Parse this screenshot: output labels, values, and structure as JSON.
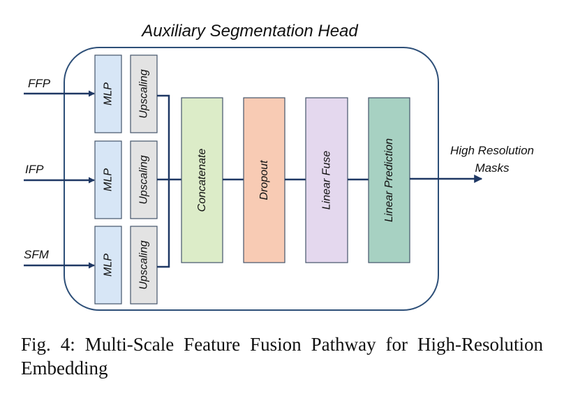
{
  "head_title": "Auxiliary Segmentation Head",
  "inputs": [
    {
      "label": "FFP"
    },
    {
      "label": "IFP"
    },
    {
      "label": "SFM"
    }
  ],
  "branch_blocks": {
    "mlp_label": "MLP",
    "upscaling_label": "Upscaling"
  },
  "stages": [
    {
      "label": "Concatenate",
      "color": "#dcecc8"
    },
    {
      "label": "Dropout",
      "color": "#f8cbb4"
    },
    {
      "label": "Linear Fuse",
      "color": "#e4d8ee"
    },
    {
      "label": "Linear Prediction",
      "color": "#a7d1c2"
    }
  ],
  "output": {
    "line1": "High Resolution",
    "line2": "Masks"
  },
  "colors": {
    "frame_stroke": "#2d4f78",
    "arrow": "#1f3864",
    "mlp_fill": "#d7e6f6",
    "upscaling_fill": "#e3e3e3",
    "block_stroke": "#44546a"
  },
  "caption": {
    "label": "Fig. 4:",
    "text": "Multi-Scale Feature Fusion Pathway for High-Resolution Embedding"
  }
}
